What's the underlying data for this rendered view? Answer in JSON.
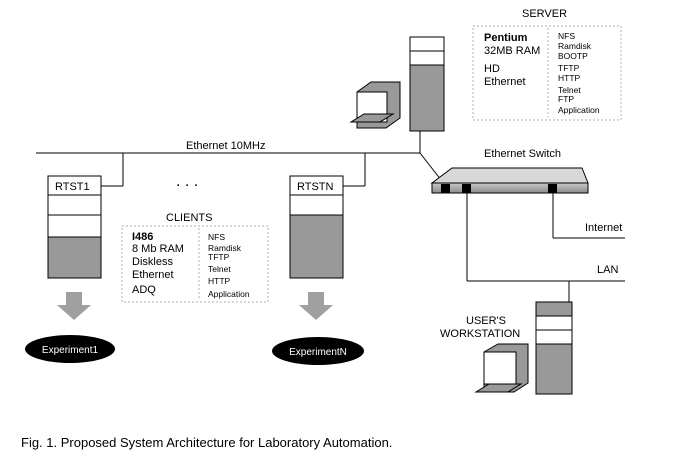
{
  "server": {
    "title": "SERVER",
    "hardware": [
      "Pentium",
      "32MB RAM",
      "HD",
      "Ethernet"
    ],
    "services": [
      "NFS",
      "Ramdisk",
      "BOOTP",
      "TFTP",
      "HTTP",
      "Telnet",
      "FTP",
      "Application"
    ]
  },
  "network": {
    "ethernet_label": "Ethernet 10MHz",
    "switch_label": "Ethernet Switch",
    "internet_label": "Internet",
    "lan_label": "LAN",
    "dots": ". . ."
  },
  "clients": {
    "title": "CLIENTS",
    "hardware": [
      "I486",
      "8 Mb RAM",
      "Diskless",
      "Ethernet",
      "ADQ"
    ],
    "services": [
      "NFS",
      "Ramdisk",
      "TFTP",
      "Telnet",
      "HTTP",
      "Application"
    ]
  },
  "nodes": {
    "rtst1": "RTST1",
    "rtstn": "RTSTN",
    "experiment1": "Experiment1",
    "experimentn": "ExperimentN"
  },
  "workstation": {
    "label_line1": "USER'S",
    "label_line2": "WORKSTATION"
  },
  "caption": "Fig. 1. Proposed System Architecture for Laboratory Automation.",
  "colors": {
    "gray": "#999999",
    "dark": "#000000",
    "box_border": "#b0b0b0"
  }
}
